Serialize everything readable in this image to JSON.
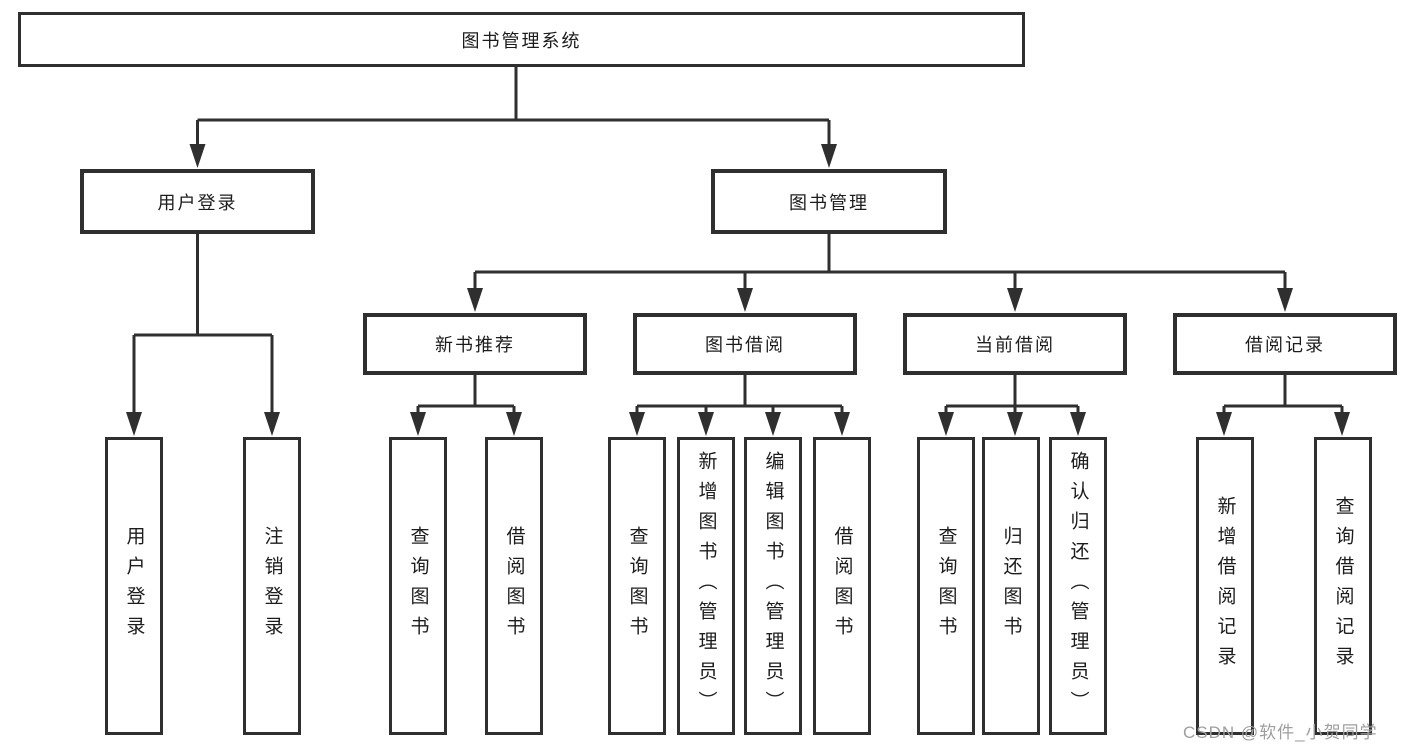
{
  "tree": {
    "root": {
      "label": "图书管理系统",
      "children": [
        {
          "label": "用户登录",
          "children": [
            {
              "label": "用户登录"
            },
            {
              "label": "注销登录"
            }
          ]
        },
        {
          "label": "图书管理",
          "children": [
            {
              "label": "新书推荐",
              "children": [
                {
                  "label": "查询图书"
                },
                {
                  "label": "借阅图书"
                }
              ]
            },
            {
              "label": "图书借阅",
              "children": [
                {
                  "label": "查询图书"
                },
                {
                  "label": "新增图书（管理员）"
                },
                {
                  "label": "编辑图书（管理员）"
                },
                {
                  "label": "借阅图书"
                }
              ]
            },
            {
              "label": "当前借阅",
              "children": [
                {
                  "label": "查询图书"
                },
                {
                  "label": "归还图书"
                },
                {
                  "label": "确认归还（管理员）"
                }
              ]
            },
            {
              "label": "借阅记录",
              "children": [
                {
                  "label": "新增借阅记录"
                },
                {
                  "label": "查询借阅记录"
                }
              ]
            }
          ]
        }
      ]
    }
  },
  "watermark": {
    "text": "CSDN @软件_小贺同学"
  },
  "colors": {
    "line": "#2f2f2f",
    "text": "#1c1c1c",
    "watermark": "#9e9e9e",
    "background": "#ffffff"
  }
}
